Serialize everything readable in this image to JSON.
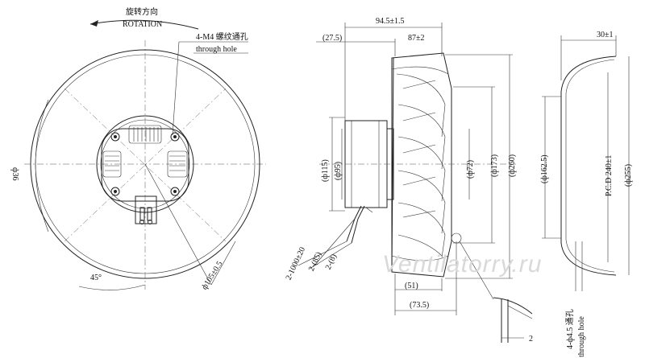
{
  "rotation": {
    "cn": "旋转方向",
    "en": "ROTATION"
  },
  "mount_hole_note": {
    "cn": "4-M4 螺纹通孔",
    "en": "through hole"
  },
  "front_view": {
    "dim_outer": "ф36",
    "dim_pcd": "ф105±0.5",
    "angle": "45°"
  },
  "side_view": {
    "dim_total": "94.5±1.5",
    "dim_offset": "(27.5)",
    "dim_body": "87±2",
    "dim_115": "(ф115)",
    "dim_95": "(ф95)",
    "dim_72": "(ф72)",
    "dim_173": "(ф173)",
    "dim_260": "(ф260)",
    "dim_51": "(51)",
    "dim_73_5": "(73.5)",
    "lead_1000": "2-1000±20",
    "lead_85": "2-(85)",
    "lead_8": "2-(8)",
    "detail_gap": "2"
  },
  "ring_view": {
    "dim_width": "30±1",
    "dim_162_5": "(ф162.5)",
    "dim_pcd": "P.C.D 240±1",
    "dim_255": "(ф255)",
    "hole_note_cn": "4-ф4.5 通孔",
    "hole_note_en": "through hole"
  },
  "watermark": "Ventilatorry.ru"
}
